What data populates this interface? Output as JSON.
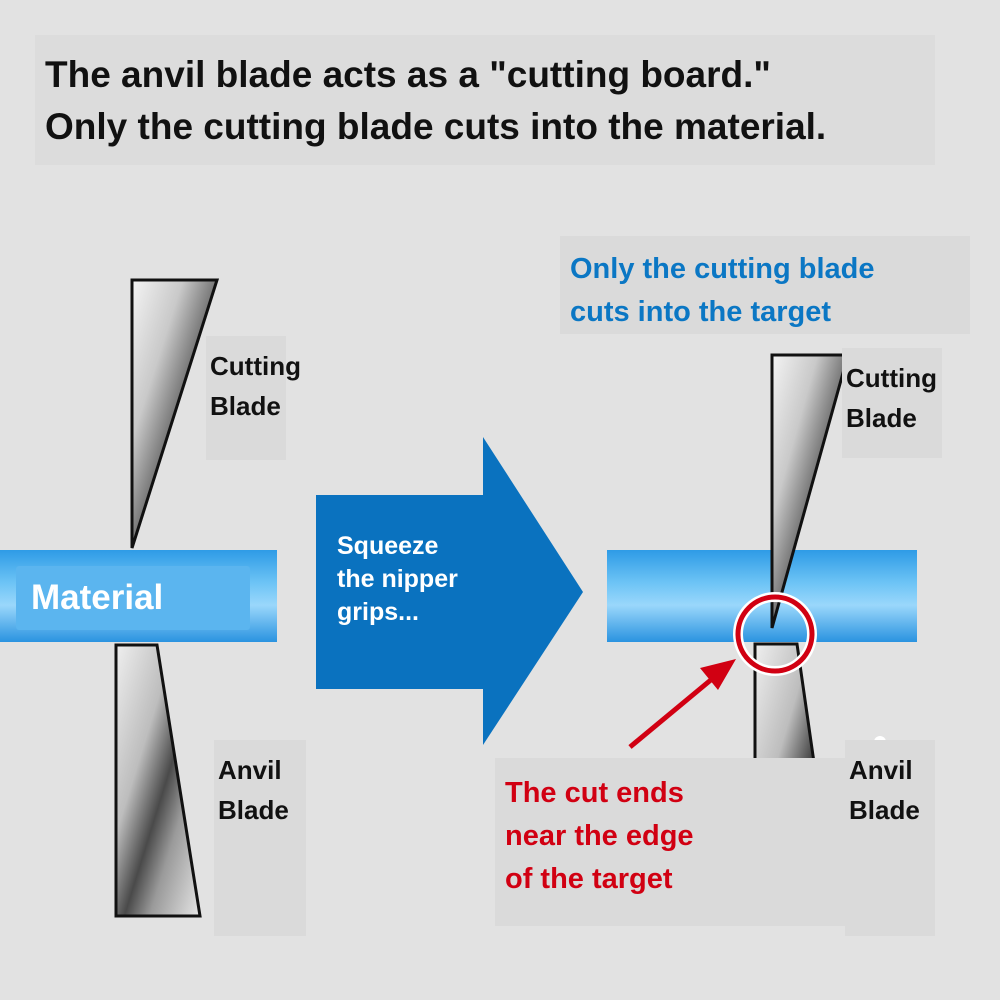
{
  "headline": {
    "line1": "The anvil blade acts as a \"cutting board.\"",
    "line2": "Only the cutting blade cuts into the material."
  },
  "left_panel": {
    "material_label": "Material",
    "cutting_blade": {
      "line1": "Cutting",
      "line2": "Blade"
    },
    "anvil_blade": {
      "line1": "Anvil",
      "line2": "Blade"
    }
  },
  "transition_arrow": {
    "line1": "Squeeze",
    "line2": "the nipper",
    "line3": "grips..."
  },
  "right_panel": {
    "note": {
      "line1": "Only the cutting blade",
      "line2": "cuts into the target"
    },
    "cutting_blade": {
      "line1": "Cutting",
      "line2": "Blade"
    },
    "anvil_blade": {
      "line1": "Anvil",
      "line2": "Blade"
    },
    "cut_note": {
      "line1": "The cut ends",
      "line2": "near the edge",
      "line3": "of the target"
    }
  },
  "colors": {
    "background": "#e2e2e2",
    "material_blue": "#3aa3ea",
    "arrow_blue": "#0a72bf",
    "note_blue": "#0b77c4",
    "highlight_red": "#d10012"
  }
}
